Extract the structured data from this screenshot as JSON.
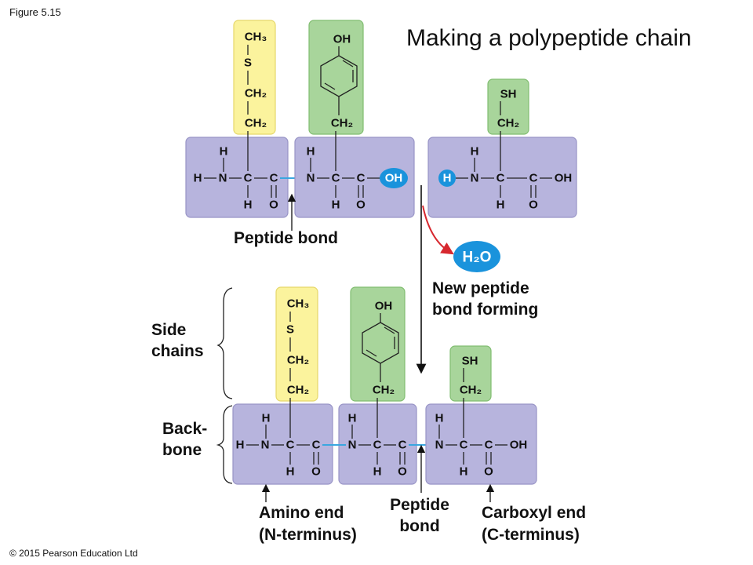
{
  "figure_label": "Figure 5.15",
  "title": "Making a polypeptide chain",
  "copyright": "© 2015 Pearson Education Ltd",
  "atoms": {
    "H": "H",
    "N": "N",
    "C": "C",
    "O": "O",
    "OH": "OH",
    "S": "S",
    "SH": "SH",
    "CH3": "CH₃",
    "CH2": "CH₂"
  },
  "water": "H₂O",
  "labels": {
    "peptide_bond_top": "Peptide bond",
    "new_bond": [
      "New peptide",
      "bond forming"
    ],
    "side_chains": [
      "Side",
      "chains"
    ],
    "backbone": [
      "Back-",
      "bone"
    ],
    "amino_end": [
      "Amino end",
      "(N-terminus)"
    ],
    "peptide_bond_bottom": [
      "Peptide",
      "bond"
    ],
    "carboxyl_end": [
      "Carboxyl end",
      "(C-terminus)"
    ]
  },
  "colors": {
    "backbone": "#b7b4dd",
    "methionine_side": "#fbf39d",
    "side_green": "#a8d59b",
    "highlight_blue": "#1a93dc",
    "arrow_red": "#d7282f"
  }
}
